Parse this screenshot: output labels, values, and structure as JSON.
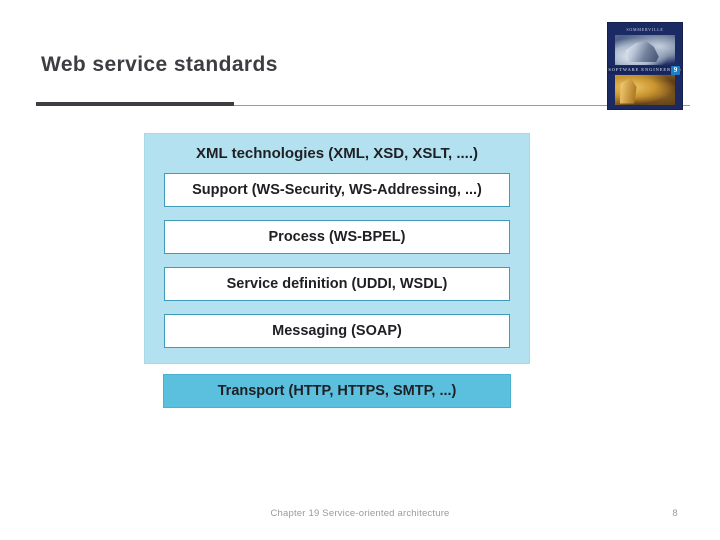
{
  "slide": {
    "title": "Web service standards"
  },
  "book_cover": {
    "author": "SOMMERVILLE",
    "series_title": "SOFTWARE ENGINEERING",
    "edition_badge": "9"
  },
  "diagram": {
    "top_layer_label": "XML technologies (XML, XSD, XSLT, ....)",
    "layers": [
      {
        "label": "Support (WS-Security, WS-Addressing, ...)"
      },
      {
        "label": "Process (WS-BPEL)"
      },
      {
        "label": "Service definition (UDDI, WSDL)"
      },
      {
        "label": "Messaging (SOAP)"
      }
    ],
    "transport_label": "Transport (HTTP, HTTPS, SMTP, ...)",
    "colors": {
      "container_fill": "#b3e1ef",
      "box_fill": "#ffffff",
      "box_border": "#3f9cb8",
      "transport_fill": "#5bc0de",
      "text": "#1f1f24"
    }
  },
  "footer": {
    "caption": "Chapter 19 Service-oriented architecture",
    "page_number": "8"
  }
}
